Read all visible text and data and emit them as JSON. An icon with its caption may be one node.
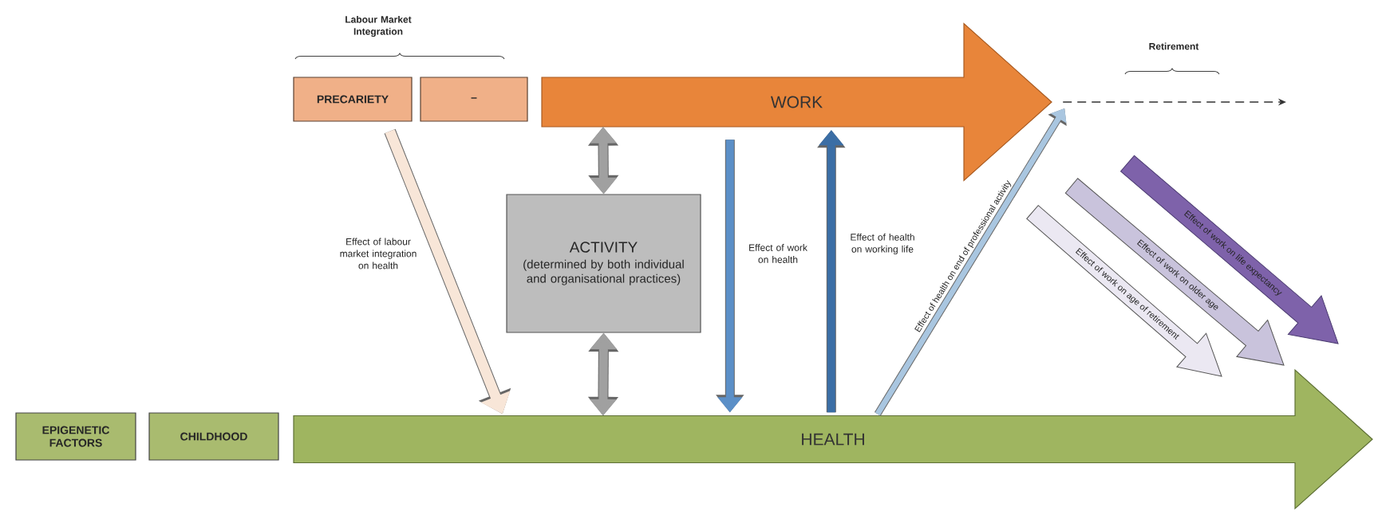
{
  "diagram": {
    "nodes": [
      {
        "text": [
          "PRECARIETY"
        ]
      },
      {
        "text": [
          "–"
        ]
      },
      {
        "text": [
          "WORK"
        ]
      },
      {
        "text": [
          "ACTIVITY",
          "(determined by both individual and organisational practices)"
        ]
      },
      {
        "text": [
          "Effect of work on age of retirement"
        ]
      },
      {
        "text": [
          "Effect of work on older age"
        ]
      },
      {
        "text": [
          "Effect of work on life expectancy"
        ]
      },
      {
        "text": [
          "EPIGENETIC FACTORS"
        ]
      },
      {
        "text": [
          "CHILDHOOD"
        ]
      },
      {
        "text": [
          "HEALTH"
        ]
      }
    ],
    "edges": [
      {
        "from": 0,
        "to": 9,
        "arrow": "to",
        "label": "Effect of labour market integration on health",
        "color": "#f8e6d8"
      },
      {
        "from": 2,
        "to": 3,
        "arrow": "both",
        "color": "#a0a0a0"
      },
      {
        "from": 3,
        "to": 9,
        "arrow": "both",
        "color": "#a0a0a0"
      },
      {
        "from": 2,
        "to": 9,
        "arrow": "to",
        "label": "Effect of work on health",
        "color": "#5b8fc7"
      },
      {
        "from": 9,
        "to": 2,
        "arrow": "to",
        "label": "Effect of health on working life",
        "color": "#3b6ea5"
      },
      {
        "from": 9,
        "to": 2,
        "arrow": "to",
        "label": "Effect of health on end of professional activity",
        "color": "#a9c6e0"
      },
      {
        "from": 2,
        "to": null,
        "arrow": "to",
        "style": "dashed",
        "color": "#333333"
      }
    ],
    "labels": [
      "Labour Market Integration",
      "Retirement"
    ]
  }
}
